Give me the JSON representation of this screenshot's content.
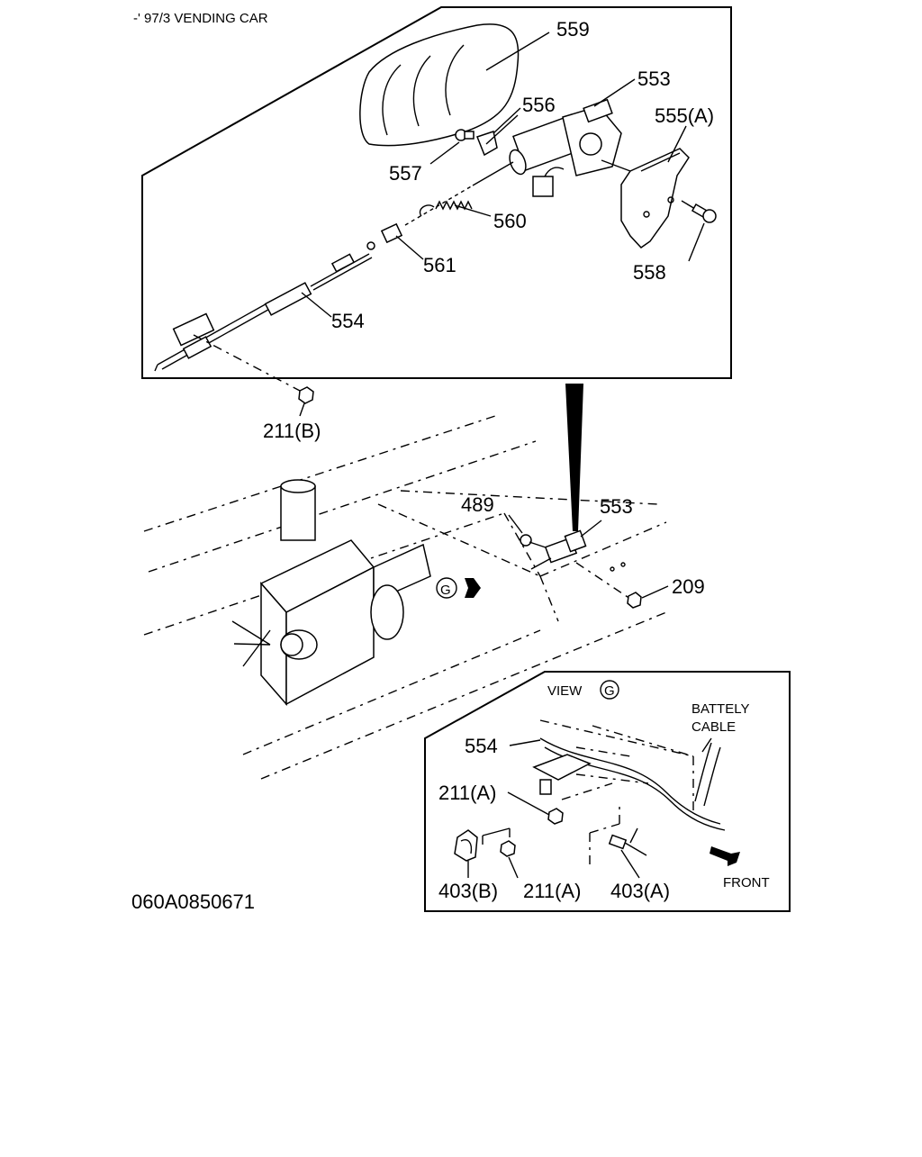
{
  "header": {
    "text": "-' 97/3 VENDING CAR"
  },
  "top_panel": {
    "callouts": [
      "559",
      "553",
      "556",
      "555(A)",
      "557",
      "560",
      "561",
      "558",
      "554"
    ]
  },
  "frame_view": {
    "callouts": [
      "211(B)",
      "489",
      "553",
      "209"
    ],
    "view_marker": "G"
  },
  "view_panel": {
    "title": "VIEW",
    "view_marker": "G",
    "battery_cable_label": [
      "BATTELY",
      "CABLE"
    ],
    "front_label": "FRONT",
    "callouts": [
      "554",
      "211(A)",
      "403(B)",
      "211(A)",
      "403(A)"
    ]
  },
  "figure_id": "060A0850671"
}
